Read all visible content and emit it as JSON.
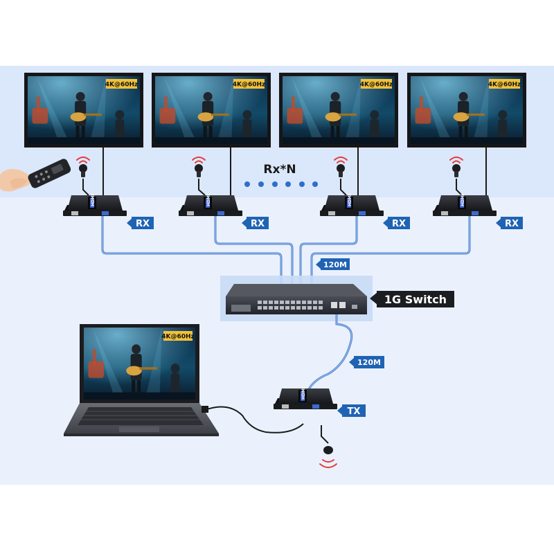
{
  "monitors": [
    {
      "resolution": "4K@60Hz"
    },
    {
      "resolution": "4K@60Hz"
    },
    {
      "resolution": "4K@60Hz"
    },
    {
      "resolution": "4K@60Hz"
    }
  ],
  "receivers": [
    {
      "label": "RX",
      "badge": "HDMI"
    },
    {
      "label": "RX",
      "badge": "HDMI"
    },
    {
      "label": "RX",
      "badge": "HDMI"
    },
    {
      "label": "RX",
      "badge": "HDMI"
    }
  ],
  "rx_count_label": "Rx*N",
  "cable_labels": {
    "rx_bundle": "120M",
    "tx_link": "120M"
  },
  "switch": {
    "label": "1G Switch"
  },
  "laptop": {
    "resolution": "4K@60Hz"
  },
  "transmitter": {
    "label": "TX",
    "badge": "HDMI"
  },
  "colors": {
    "band": "#dbe7fb",
    "band_light": "#eaf1fc",
    "tag": "#1f63b3",
    "cable": "#4a7fd0",
    "switch_dark": "#2c2f36",
    "ir_wave": "#e53a3a"
  },
  "icons": [
    "remote-control-icon",
    "ir-receiver-icon",
    "ir-transmitter-icon",
    "wifi-signal-icon"
  ]
}
